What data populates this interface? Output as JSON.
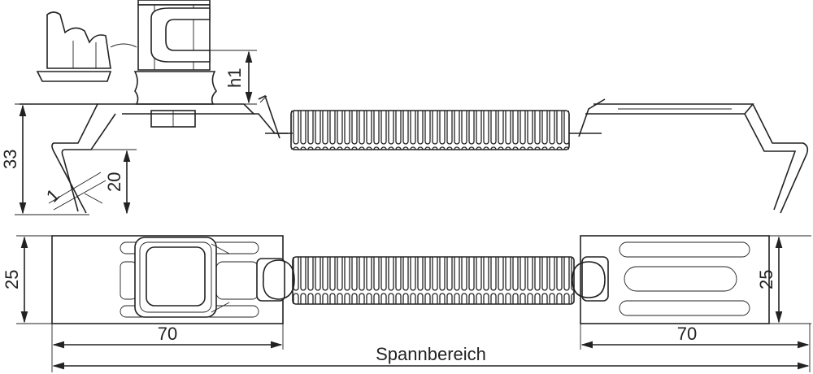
{
  "dimensions": {
    "h1": "h1",
    "height_33": "33",
    "height_20": "20",
    "gap_1": "1",
    "width_25_left": "25",
    "width_25_right": "25",
    "length_70_left": "70",
    "length_70_right": "70",
    "range_label": "Spannbereich"
  }
}
